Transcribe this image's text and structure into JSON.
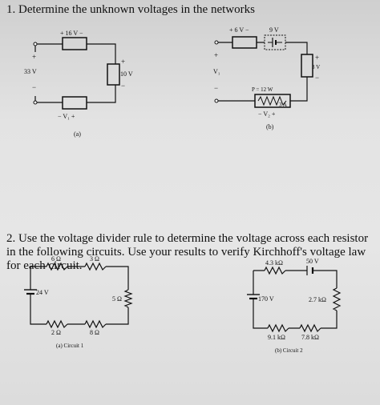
{
  "q1": {
    "heading": "1. Determine the unknown voltages in the networks",
    "a": {
      "top_resistor_voltage": "+ 16 V −",
      "left_plus": "+",
      "left_source": "33 V",
      "left_minus": "−",
      "right_plus": "+",
      "right_resistor_voltage": "10 V",
      "right_minus": "−",
      "bottom_resistor_voltage": "− V₁ +",
      "caption": "(a)"
    },
    "b": {
      "top_resistor_voltage": "+ 6 V −",
      "battery_voltage": "9 V",
      "left_plus": "+",
      "left_unknown": "V₁",
      "left_minus": "−",
      "right_plus": "+",
      "right_resistor_voltage": "3 V",
      "right_minus": "−",
      "power": "P = 12 W",
      "current": "3 A",
      "bottom_resistor_voltage": "− V₂ +",
      "caption": "(b)"
    }
  },
  "q2": {
    "heading": "2. Use the voltage divider rule to determine the voltage across each resistor in the following circuits. Use your results to verify Kirchhoff's voltage law for each circuit.",
    "c1": {
      "r_top1": "6 Ω",
      "r_top2": "3 Ω",
      "source": "24 V",
      "r_right": "5 Ω",
      "r_bot1": "2 Ω",
      "r_bot2": "8 Ω",
      "caption": "(a) Circuit 1"
    },
    "c2": {
      "r_top": "4.3 kΩ",
      "battery": "50 V",
      "source": "170 V",
      "r_right": "2.7 kΩ",
      "r_bot1": "9.1 kΩ",
      "r_bot2": "7.8 kΩ",
      "caption": "(b) Circuit 2"
    }
  }
}
